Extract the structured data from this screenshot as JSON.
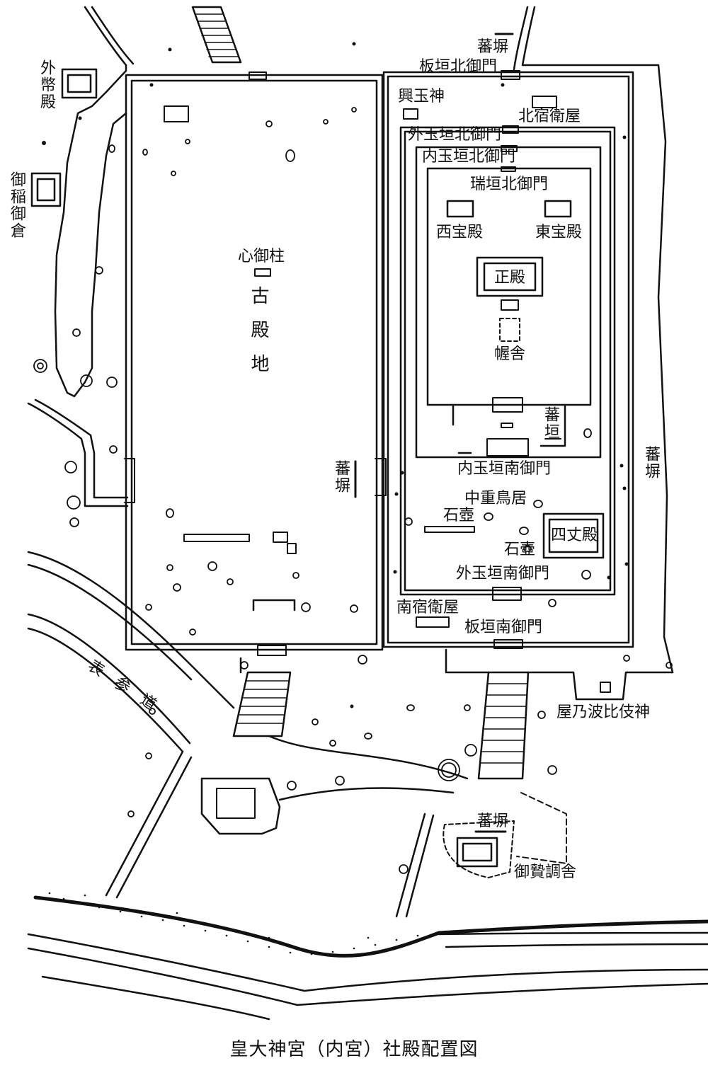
{
  "caption": "皇大神宮（内宮）社殿配置図",
  "labels": {
    "gehei_den": "外幣殿",
    "mishine_mikura": "御稲御倉",
    "shin_no_mihashira": "心御柱",
    "koden_chi": "古殿地",
    "banpei_top": "蕃塀",
    "banpei_left": "蕃塀",
    "banpei_right": "蕃塀",
    "banpei_bottom": "蕃塀",
    "itagaki_kita_gomon": "板垣北御門",
    "okitama_jinja": "興玉神",
    "kita_shuei_ya": "北宿衛屋",
    "totamagaki_kita_gomon": "外玉垣北御門",
    "uchitamagaki_kita_gomon": "内玉垣北御門",
    "mizugaki_kita_gomon": "瑞垣北御門",
    "nishi_hoden": "西宝殿",
    "higashi_hoden": "東宝殿",
    "shoden": "正殿",
    "akusha": "幄舎",
    "bangaki": "蕃垣",
    "uchitamagaki_minami_gomon": "内玉垣南御門",
    "naka_no_ju_torii": "中重鳥居",
    "ishitsubo_1": "石壺",
    "ishitsubo_2": "石壺",
    "yotsu_take_den": "四丈殿",
    "totamagaki_minami_gomon": "外玉垣南御門",
    "minami_shuei_ya": "南宿衛屋",
    "itagaki_minami_gomon": "板垣南御門",
    "omote_sando": "表参道",
    "yanohahiki_jinja": "屋乃波比伎神",
    "mikeden_sha": "御贄調舎"
  }
}
